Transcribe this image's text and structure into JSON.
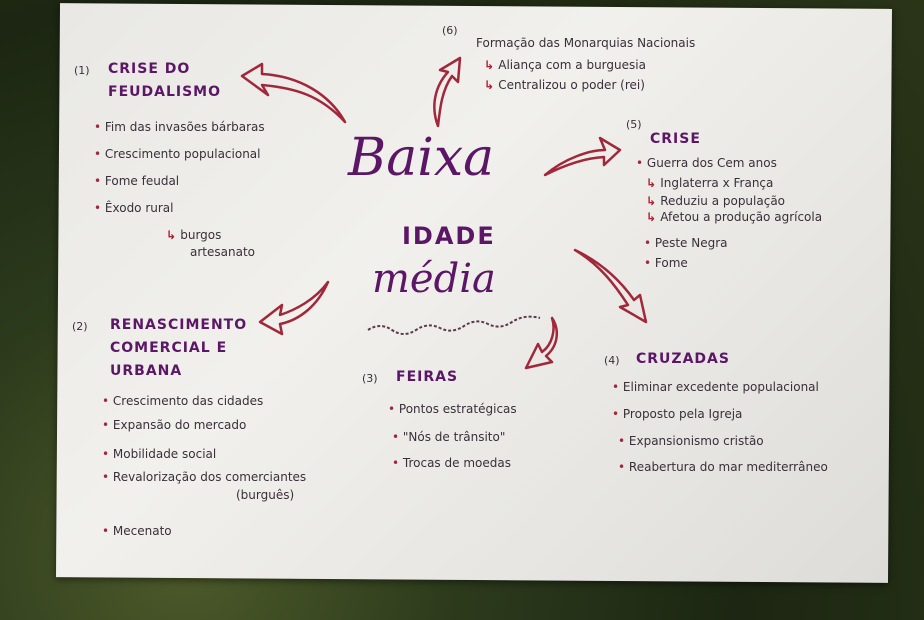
{
  "title": {
    "line1": "Baixa",
    "line2": "IDADE",
    "line3": "média"
  },
  "sections": [
    {
      "number": "(1)",
      "heading": [
        "CRISE DO",
        "FEUDALISMO"
      ],
      "items": [
        "Fim das invasões bárbaras",
        "Crescimento populacional",
        "Fome feudal",
        "Êxodo rural"
      ],
      "subitems": [
        "burgos",
        "artesanato"
      ]
    },
    {
      "number": "(2)",
      "heading": [
        "RENASCIMENTO",
        "COMERCIAL E",
        "URBANA"
      ],
      "items": [
        "Crescimento das cidades",
        "Expansão do mercado",
        "Mobilidade social",
        "Revalorização dos comerciantes",
        "(burguês)",
        "Mecenato"
      ]
    },
    {
      "number": "(3)",
      "heading": [
        "FEIRAS"
      ],
      "items": [
        "Pontos estratégicas",
        "\"Nós de trânsito\"",
        "Trocas de moedas"
      ]
    },
    {
      "number": "(4)",
      "heading": [
        "CRUZADAS"
      ],
      "items": [
        "Eliminar excedente populacional",
        "Proposto pela Igreja",
        "Expansionismo cristão",
        "Reabertura do mar mediterrâneo"
      ]
    },
    {
      "number": "(5)",
      "heading": [
        "CRISE"
      ],
      "items": [
        "Guerra dos Cem anos",
        "Peste Negra",
        "Fome"
      ],
      "subitems": [
        "Inglaterra x França",
        "Reduziu a população",
        "Afetou a produção agrícola"
      ]
    },
    {
      "number": "(6)",
      "heading": [
        "Formação das Monarquias Nacionais"
      ],
      "subitems": [
        "Aliança com a burguesia",
        "Centralizou o poder (rei)"
      ]
    }
  ],
  "colors": {
    "heading": "#5b1766",
    "arrow": "#a0283a",
    "ink": "#3a2f3a"
  }
}
